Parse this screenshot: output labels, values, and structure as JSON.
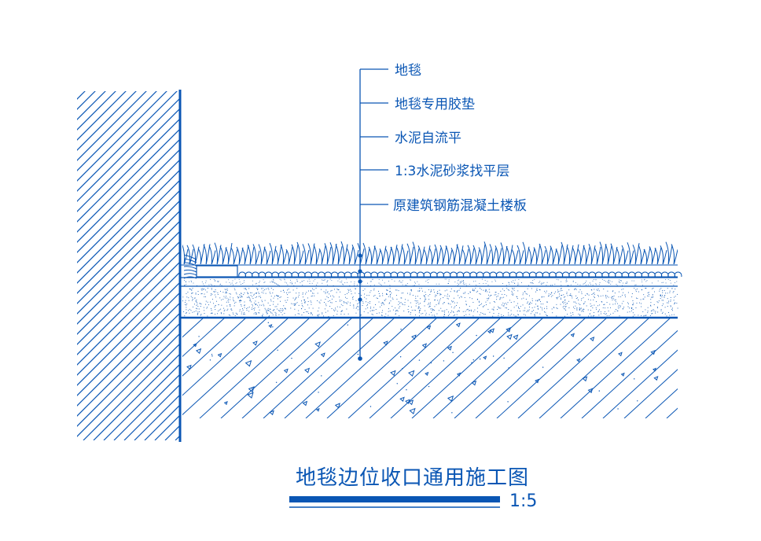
{
  "drawing": {
    "title": "地毯边位收口通用施工图",
    "scale": "1:5",
    "line_color": "#0a56b4",
    "layers": [
      {
        "label": "地毯"
      },
      {
        "label": "地毯专用胶垫"
      },
      {
        "label": "水泥自流平"
      },
      {
        "label": "1:3水泥砂浆找平层"
      },
      {
        "label": "原建筑钢筋混凝土楼板"
      }
    ]
  }
}
